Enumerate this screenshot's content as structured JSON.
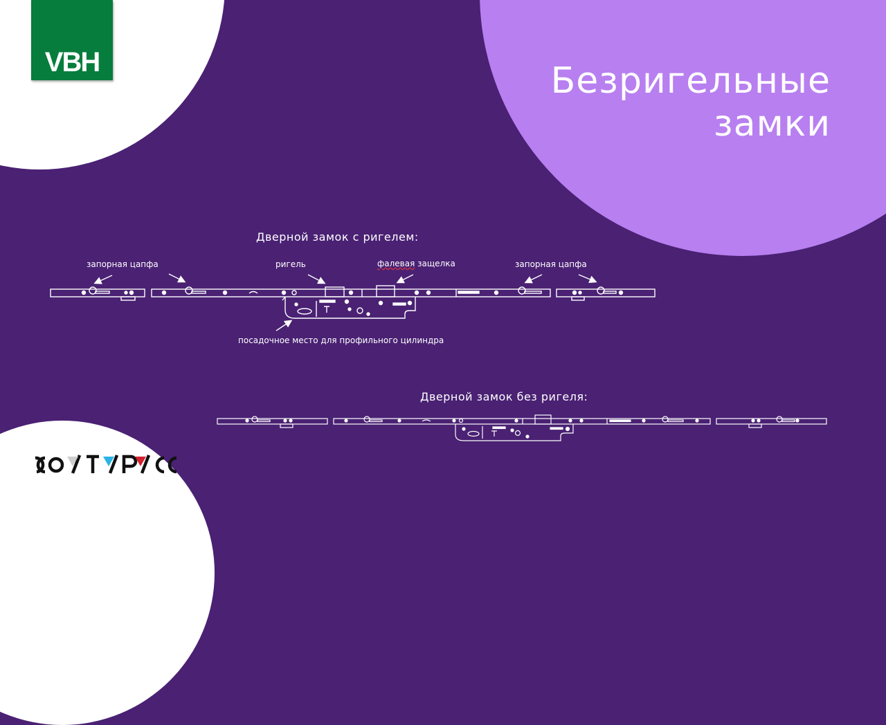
{
  "slide": {
    "title_line1": "Безригельные",
    "title_line2": "замки",
    "colors": {
      "background": "#4a2173",
      "accent_circle": "#b87ff0",
      "white_circle": "#ffffff",
      "vbh_green": "#067d3c"
    }
  },
  "logos": {
    "vbh": "VBH",
    "futuruss": "ФУТУРУСС"
  },
  "diagram_with_bolt": {
    "heading": "Дверной замок с ригелем:",
    "labels": {
      "locking_pin_left": "запорная цапфа",
      "bolt": "ригель",
      "latch_prefix": "фалевая",
      "latch_suffix": " защелка",
      "locking_pin_right": "запорная цапфа",
      "cylinder_seat": "посадочное место для профильного цилиндра"
    }
  },
  "diagram_without_bolt": {
    "heading": "Дверной замок без ригеля:"
  }
}
